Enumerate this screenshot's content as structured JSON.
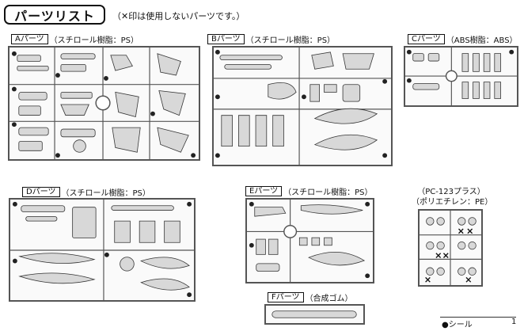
{
  "header": {
    "title": "パーツリスト",
    "note": "（✕印は使用しないパーツです。）"
  },
  "sprues": {
    "a": {
      "code": "Aパーツ",
      "material": "（スチロール樹脂：PS）"
    },
    "b": {
      "code": "Bパーツ",
      "material": "（スチロール樹脂：PS）"
    },
    "c": {
      "code": "Cパーツ",
      "material": "（ABS樹脂：ABS）"
    },
    "d": {
      "code": "Dパーツ",
      "material": "（スチロール樹脂：PS）"
    },
    "e": {
      "code": "Eパーツ",
      "material": "（スチロール樹脂：PS）"
    },
    "f": {
      "code": "Fパーツ",
      "material": "（合成ゴム）"
    }
  },
  "pc": {
    "title_line1": "（PC-123プラス）",
    "title_line2": "（ポリエチレン：PE）"
  },
  "seal": {
    "label": "●シール",
    "count": "1"
  },
  "colors": {
    "frame": "#555555",
    "part_fill": "#d8d8d8",
    "part_stroke": "#333333",
    "marker": "#222222"
  }
}
